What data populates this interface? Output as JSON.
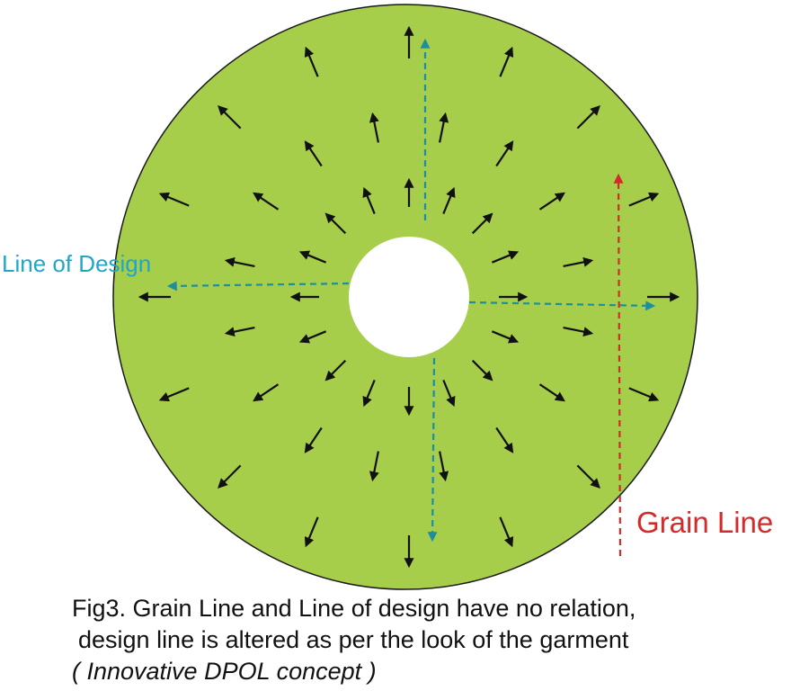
{
  "labels": {
    "line_of_design": "Line of Design",
    "grain_line": "Grain Line"
  },
  "caption": {
    "line1": "Fig3. Grain Line and Line of design have no relation,",
    "line2": "design line is altered as per the look of the garment",
    "line3": "( Innovative DPOL concept )"
  },
  "colors": {
    "disc_fill": "#a6ce4a",
    "disc_outline": "#1a1a1a",
    "center_hole": "#ffffff",
    "arrow": "#111111",
    "line_of_design": "#1e8e9e",
    "line_of_design_label": "#1fa6c8",
    "grain_line": "#d42a2a"
  }
}
